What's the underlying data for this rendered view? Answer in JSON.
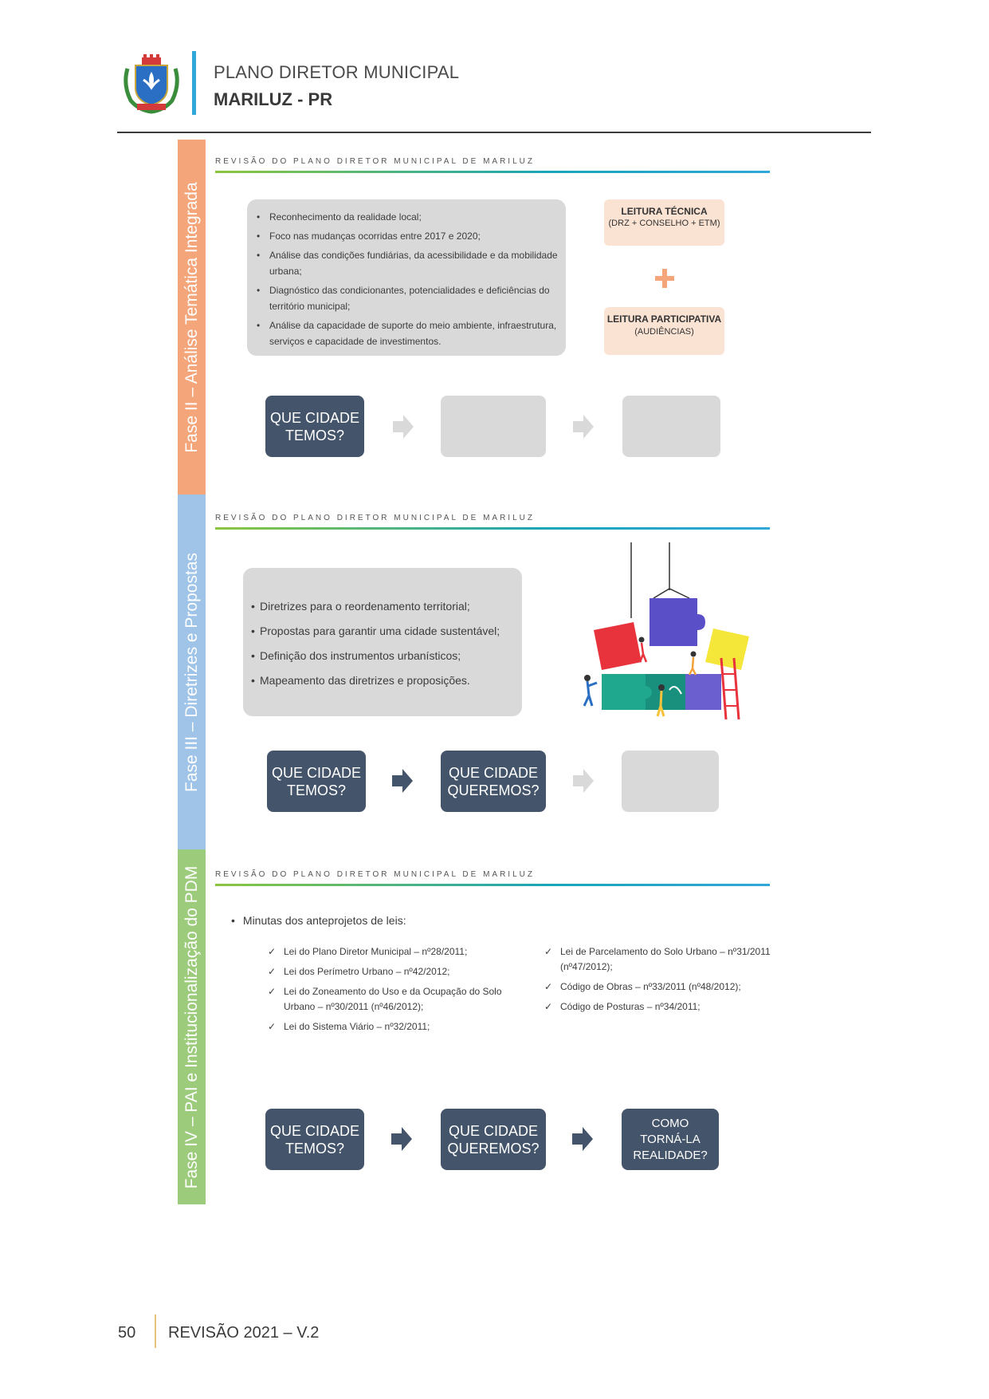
{
  "header": {
    "title": "PLANO DIRETOR MUNICIPAL",
    "subtitle": "MARILUZ - PR"
  },
  "phases": {
    "fase2": "Fase II – Análise Temática Integrada",
    "fase3": "Fase III – Diretrizes e Propostas",
    "fase4": "Fase IV – PAI e Institucionalização do PDM"
  },
  "section_label": "REVISÃO DO PLANO DIRETOR MUNICIPAL DE MARILUZ",
  "section1": {
    "bullets": [
      "Reconhecimento da realidade local;",
      "Foco nas mudanças ocorridas entre 2017 e 2020;",
      "Análise das condições fundiárias, da acessibilidade e da mobilidade urbana;",
      "Diagnóstico das condicionantes, potencialidades e deficiências do território municipal;",
      "Análise da capacidade de suporte do meio ambiente, infraestrutura, serviços e capacidade de investimentos."
    ],
    "leitura_tecnica": {
      "title": "LEITURA TÉCNICA",
      "detail": "(DRZ + CONSELHO + ETM)"
    },
    "leitura_participativa": {
      "title": "LEITURA PARTICIPATIVA",
      "detail": "(AUDIÊNCIAS)"
    }
  },
  "section2": {
    "bullets": [
      "Diretrizes para o reordenamento territorial;",
      "Propostas para garantir uma cidade sustentável;",
      "Definição dos instrumentos urbanísticos;",
      "Mapeamento das diretrizes e proposições."
    ]
  },
  "section3": {
    "intro": "Minutas dos anteprojetos de leis:",
    "left_items": [
      "Lei do Plano Diretor Municipal – nº28/2011;",
      "Lei dos Perímetro Urbano – nº42/2012;",
      "Lei do Zoneamento do Uso e da Ocupação do Solo Urbano – nº30/2011 (nº46/2012);",
      "Lei do Sistema Viário – nº32/2011;"
    ],
    "right_items": [
      "Lei de Parcelamento do Solo Urbano – nº31/2011 (nº47/2012);",
      "Código de Obras – nº33/2011 (nº48/2012);",
      "Código de Posturas – nº34/2011;"
    ]
  },
  "flow": {
    "temos": "QUE CIDADE\nTEMOS?",
    "queremos": "QUE CIDADE\nQUEREMOS?",
    "realidade": "COMO\nTORNÁ-LA\nREALIDADE?"
  },
  "footer": {
    "page_number": "50",
    "revision": "REVISÃO 2021 – V.2"
  },
  "colors": {
    "accent_blue": "#2fa8d8",
    "phase2": "#f4a57a",
    "phase3": "#9fc4e8",
    "phase4": "#9ccb7c",
    "flow_dark": "#44546a",
    "flow_light": "#d9d9d9"
  }
}
